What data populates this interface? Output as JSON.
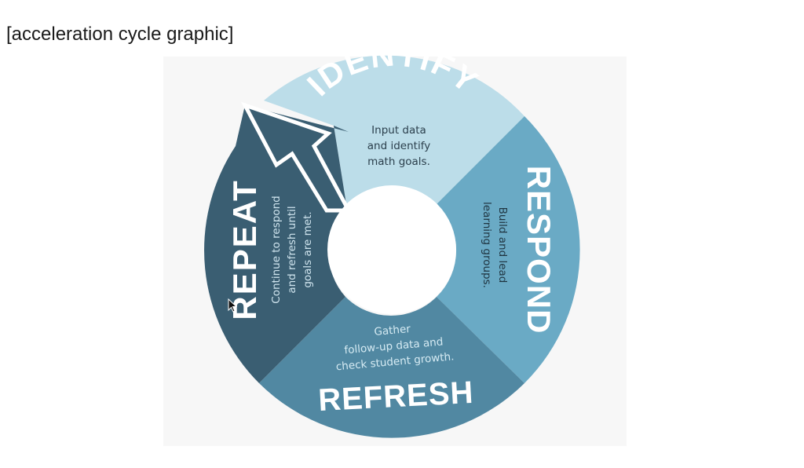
{
  "caption": "[acceleration cycle graphic]",
  "cycle": {
    "segments": [
      {
        "id": "identify",
        "title": "IDENTIFY",
        "lines": [
          "Input data",
          "and identify",
          "math goals."
        ],
        "color": "#bcdde9",
        "text_color": "#2b3f4c"
      },
      {
        "id": "respond",
        "title": "RESPOND",
        "lines": [
          "Build and lead",
          "learning groups."
        ],
        "color": "#6aaac5",
        "text_color": "#1f3440"
      },
      {
        "id": "refresh",
        "title": "REFRESH",
        "lines": [
          "Gather",
          "follow-up data and",
          "check student growth."
        ],
        "color": "#5188a2",
        "text_color": "#d6ebf3"
      },
      {
        "id": "repeat",
        "title": "REPEAT",
        "lines": [
          "Continue to respond",
          "and refresh until",
          "goals are met."
        ],
        "color": "#3a5e72",
        "text_color": "#cfe4ee"
      }
    ]
  }
}
